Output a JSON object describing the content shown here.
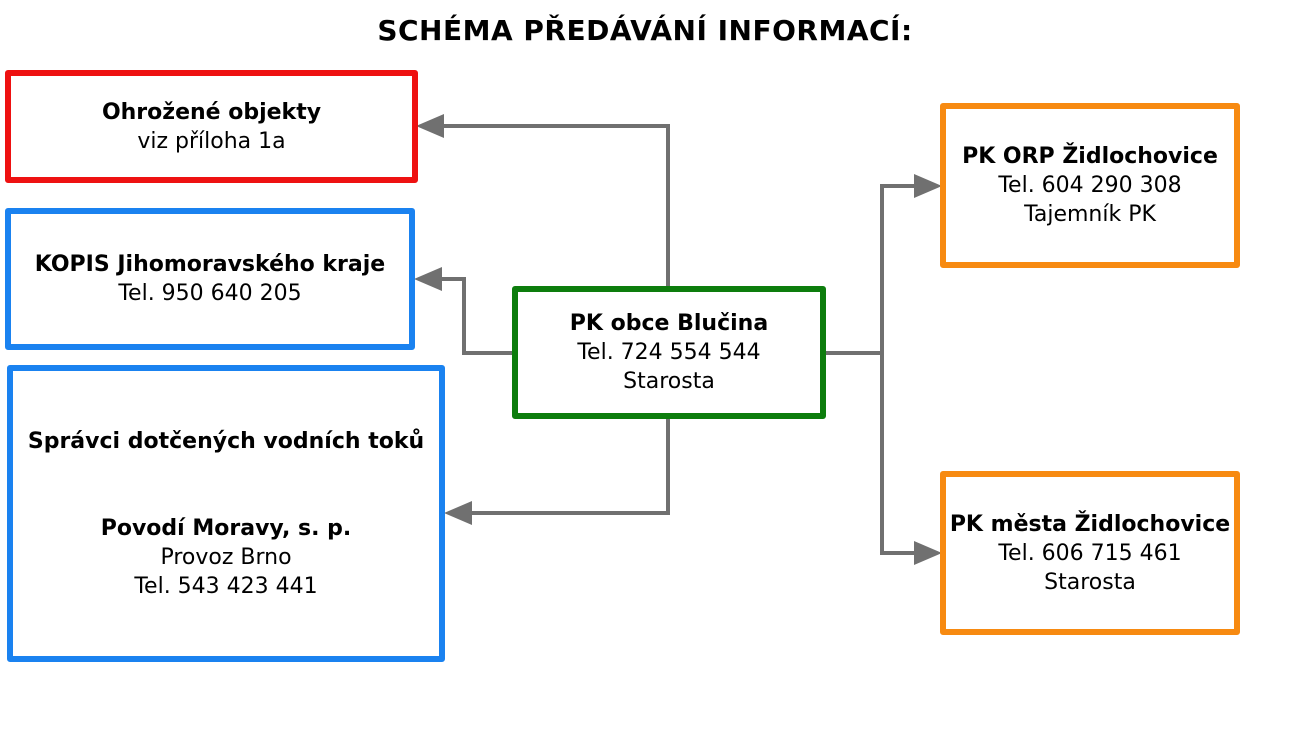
{
  "title": "SCHÉMA PŘEDÁVÁNÍ INFORMACÍ:",
  "colors": {
    "red": "#ee1111",
    "blue": "#1a82f0",
    "green": "#0d7d0d",
    "orange": "#f78a11",
    "connector": "#707070"
  },
  "nodes": {
    "center": {
      "name": "PK obce Blučina",
      "tel": "Tel. 724 554 544",
      "role": "Starosta"
    },
    "threatened": {
      "name": "Ohrožené objekty",
      "note": "viz příloha 1a"
    },
    "kopis": {
      "name": "KOPIS Jihomoravského kraje",
      "tel": "Tel. 950 640 205"
    },
    "water": {
      "heading": "Správci dotčených vodních toků",
      "name": "Povodí Moravy, s. p.",
      "unit": "Provoz Brno",
      "tel": "Tel. 543 423 441"
    },
    "orp": {
      "name": "PK ORP Židlochovice",
      "tel": "Tel. 604 290 308",
      "role": "Tajemník PK"
    },
    "town": {
      "name": "PK města Židlochovice",
      "tel": "Tel. 606 715 461",
      "role": "Starosta"
    }
  }
}
